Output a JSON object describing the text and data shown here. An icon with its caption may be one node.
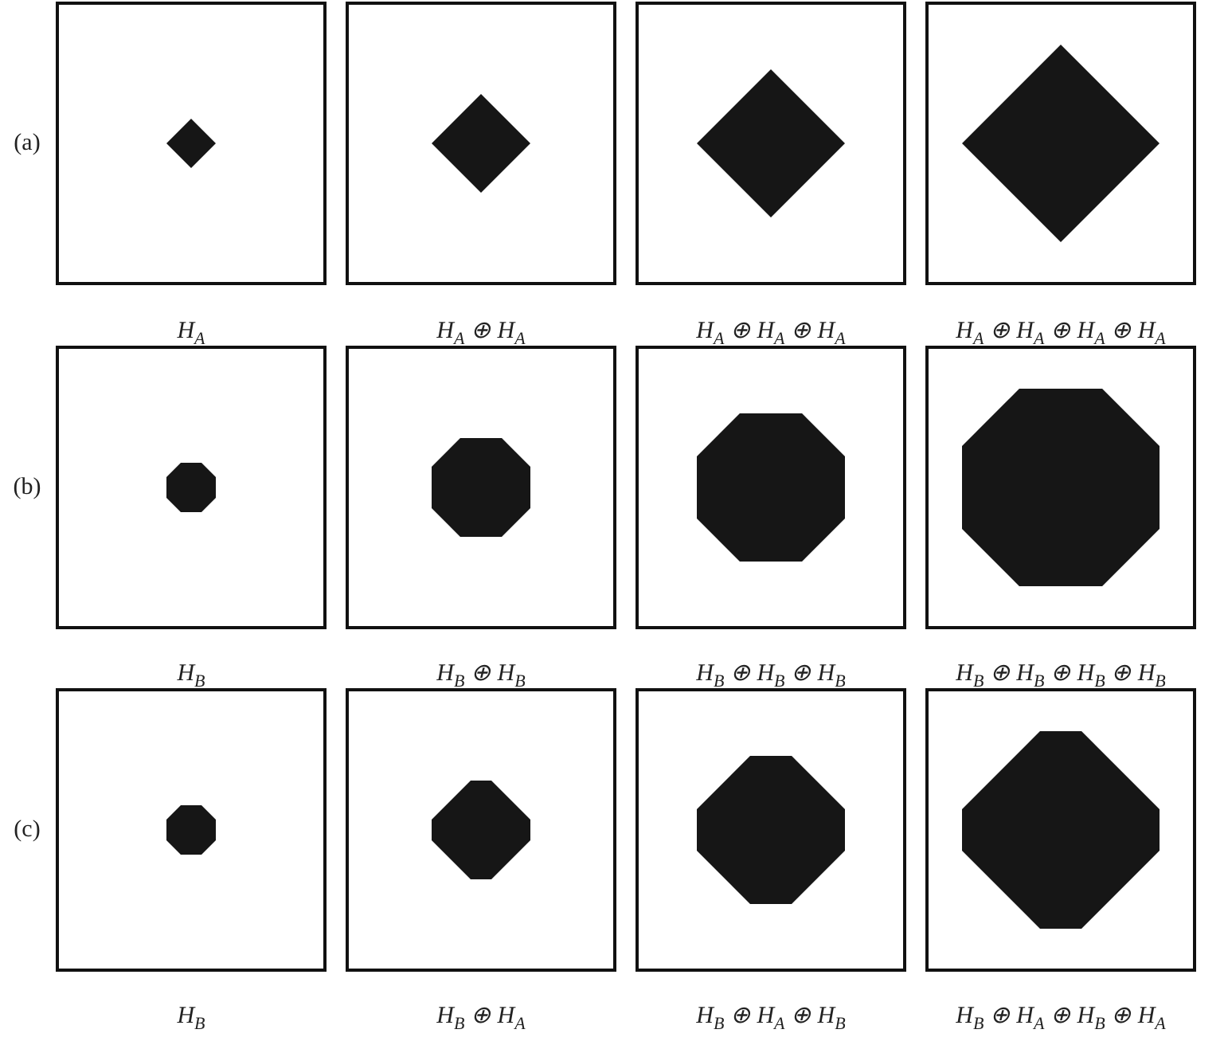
{
  "diagram": {
    "labels": [
      "(a)",
      "H$_{A}$",
      "H$_{A}$ ⊕ H$_{A}$",
      "H$_{A}$ ⊕ H$_{A}$ ⊕ H$_{A}$",
      "H$_{A}$ ⊕ H$_{A}$ ⊕ H$_{A}$ ⊕ H$_{A}$",
      "(b)",
      "H$_{B}$",
      "H$_{B}$ ⊕ H$_{B}$",
      "H$_{B}$ ⊕ H$_{B}$ ⊕ H$_{B}$",
      "H$_{B}$ ⊕ H$_{B}$ ⊕ H$_{B}$ ⊕ H$_{B}$",
      "(c)",
      "H$_{B}$",
      "H$_{B}$ ⊕ H$_{A}$",
      "H$_{B}$ ⊕ H$_{A}$ ⊕ H$_{B}$",
      "H$_{B}$ ⊕ H$_{A}$ ⊕ H$_{B}$ ⊕ H$_{A}$"
    ]
  }
}
